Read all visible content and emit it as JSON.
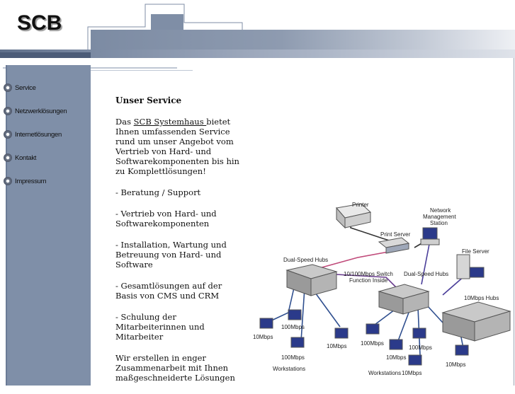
{
  "header": {
    "logo_text": "SCB"
  },
  "sidebar": {
    "items": [
      {
        "label": "Service"
      },
      {
        "label": "Netzwerklösungen"
      },
      {
        "label": "Internetlösungen"
      },
      {
        "label": "Kontakt"
      },
      {
        "label": "Impressum"
      }
    ]
  },
  "main": {
    "title": "Unser Service",
    "intro_prefix": "Das ",
    "intro_link": "SCB Systemhaus ",
    "intro_suffix": "bietet Ihnen umfassenden Service rund um unser Angebot vom Vertrieb von Hard- und Softwarekomponenten bis hin zu Komplettlösungen!",
    "bullets": [
      "- Beratung / Support",
      "- Vertrieb von Hard- und Softwarekomponenten",
      "- Installation, Wartung und Betreuung von Hard- und Software",
      "- Gesamtlösungen auf der Basis von CMS und CRM",
      "- Schulung der Mitarbeiterinnen und Mitarbeiter"
    ],
    "closing": " Wir erstellen in enger Zusammenarbeit mit Ihnen maßgeschneiderte Lösungen"
  },
  "diagram": {
    "labels": {
      "printer": "Printer",
      "print_server": "Print Server",
      "nms_1": "Network",
      "nms_2": "Management",
      "nms_3": "Station",
      "file_server": "File Server",
      "dual_hubs_left": "Dual-Speed Hubs",
      "switch_1": "10/100Mbps Switch",
      "switch_2": "Function Inside",
      "dual_hubs_right": "Dual-Speed Hubs",
      "hubs_10": "10Mbps Hubs",
      "ws_left": "Workstations",
      "ws_right": "Workstations",
      "s_10mbps": "10Mbps",
      "s_100mbps": "100Mbps"
    }
  },
  "colors": {
    "sidebar": "#7f8fa8",
    "header_band": "#7c8ba3"
  }
}
